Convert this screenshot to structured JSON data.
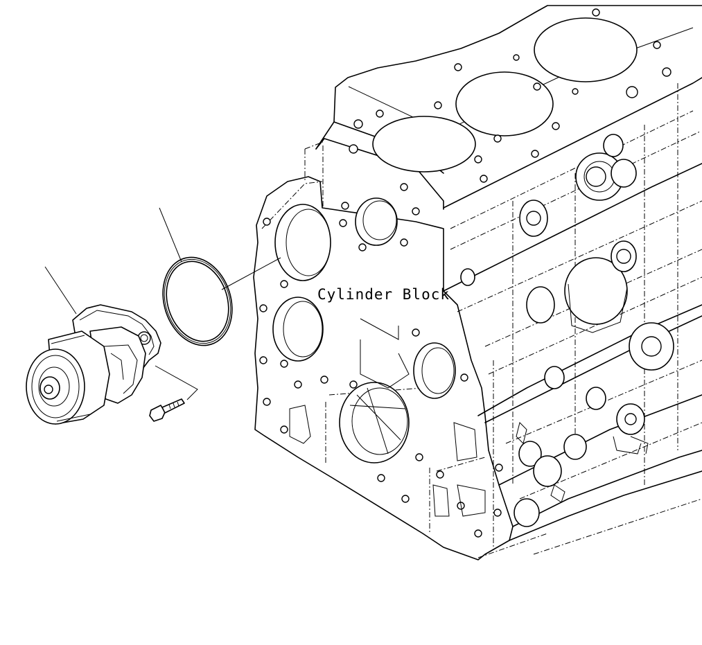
{
  "diagram": {
    "labels": {
      "cylinder_block": "Cylinder Block"
    },
    "colors": {
      "line": "#000000",
      "background": "#ffffff"
    },
    "parts": [
      {
        "name": "water-pump",
        "icon": "water-pump-icon"
      },
      {
        "name": "o-ring",
        "icon": "o-ring-icon"
      },
      {
        "name": "bolt",
        "icon": "bolt-icon"
      },
      {
        "name": "cylinder-block",
        "icon": "cylinder-block-icon"
      }
    ]
  }
}
